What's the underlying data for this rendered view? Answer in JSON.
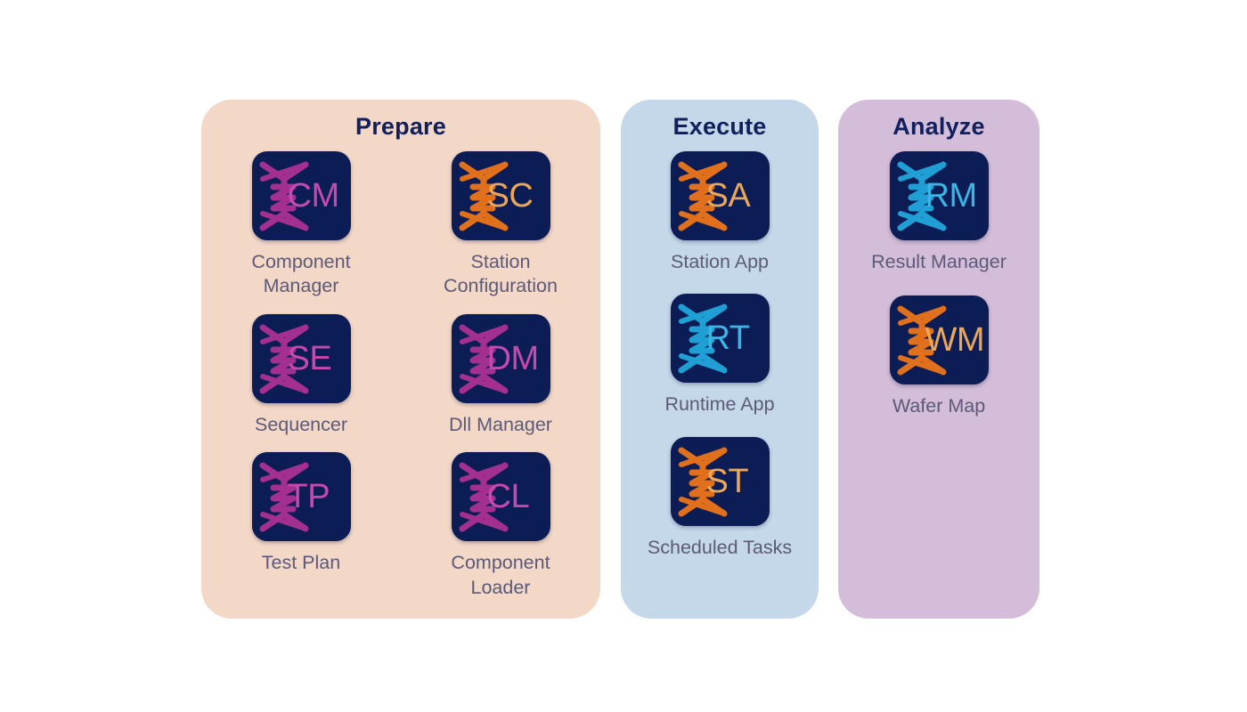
{
  "colors": {
    "page_background": "#ffffff",
    "tile_navy": "#0c1c55",
    "title_navy": "#11205c",
    "caption_gray": "#5c5a78",
    "magenta": "#b0339a",
    "orange": "#e8751a",
    "amber": "#f0ae5a",
    "cyan": "#22a8d8",
    "panel_prepare_bg": "#f3d7c7",
    "panel_execute_bg": "#c4d8ea",
    "panel_analyze_bg": "#d3bdd9"
  },
  "panels": [
    {
      "id": "prepare",
      "title": "Prepare",
      "background": "#f3d7c7",
      "columns": 2,
      "apps": [
        {
          "initials": "CM",
          "label": "Component\nManager",
          "icon_name": "helix-icon",
          "helix_color": "#a33090",
          "initials_color": "#c44aae"
        },
        {
          "initials": "SC",
          "label": "Station\nConfiguration",
          "icon_name": "helix-icon",
          "helix_color": "#e1701c",
          "initials_color": "#eba759"
        },
        {
          "initials": "SE",
          "label": "Sequencer",
          "icon_name": "helix-icon",
          "helix_color": "#a33090",
          "initials_color": "#c44aae"
        },
        {
          "initials": "DM",
          "label": "Dll Manager",
          "icon_name": "helix-icon",
          "helix_color": "#a33090",
          "initials_color": "#c44aae"
        },
        {
          "initials": "TP",
          "label": "Test Plan",
          "icon_name": "helix-icon",
          "helix_color": "#a33090",
          "initials_color": "#c44aae"
        },
        {
          "initials": "CL",
          "label": "Component\nLoader",
          "icon_name": "helix-icon",
          "helix_color": "#a33090",
          "initials_color": "#c44aae"
        }
      ]
    },
    {
      "id": "execute",
      "title": "Execute",
      "background": "#c4d8ea",
      "columns": 1,
      "apps": [
        {
          "initials": "SA",
          "label": "Station App",
          "icon_name": "helix-icon",
          "helix_color": "#e1701c",
          "initials_color": "#eba759"
        },
        {
          "initials": "RT",
          "label": "Runtime App",
          "icon_name": "helix-icon",
          "helix_color": "#1f9fd4",
          "initials_color": "#3ab6e6"
        },
        {
          "initials": "ST",
          "label": "Scheduled Tasks",
          "icon_name": "helix-icon",
          "helix_color": "#e1701c",
          "initials_color": "#eba759"
        }
      ]
    },
    {
      "id": "analyze",
      "title": "Analyze",
      "background": "#d3bdd9",
      "columns": 1,
      "apps": [
        {
          "initials": "RM",
          "label": "Result Manager",
          "icon_name": "helix-icon",
          "helix_color": "#1f9fd4",
          "initials_color": "#3ab6e6"
        },
        {
          "initials": "WM",
          "label": "Wafer Map",
          "icon_name": "helix-icon",
          "helix_color": "#e1701c",
          "initials_color": "#eba759"
        }
      ]
    }
  ]
}
